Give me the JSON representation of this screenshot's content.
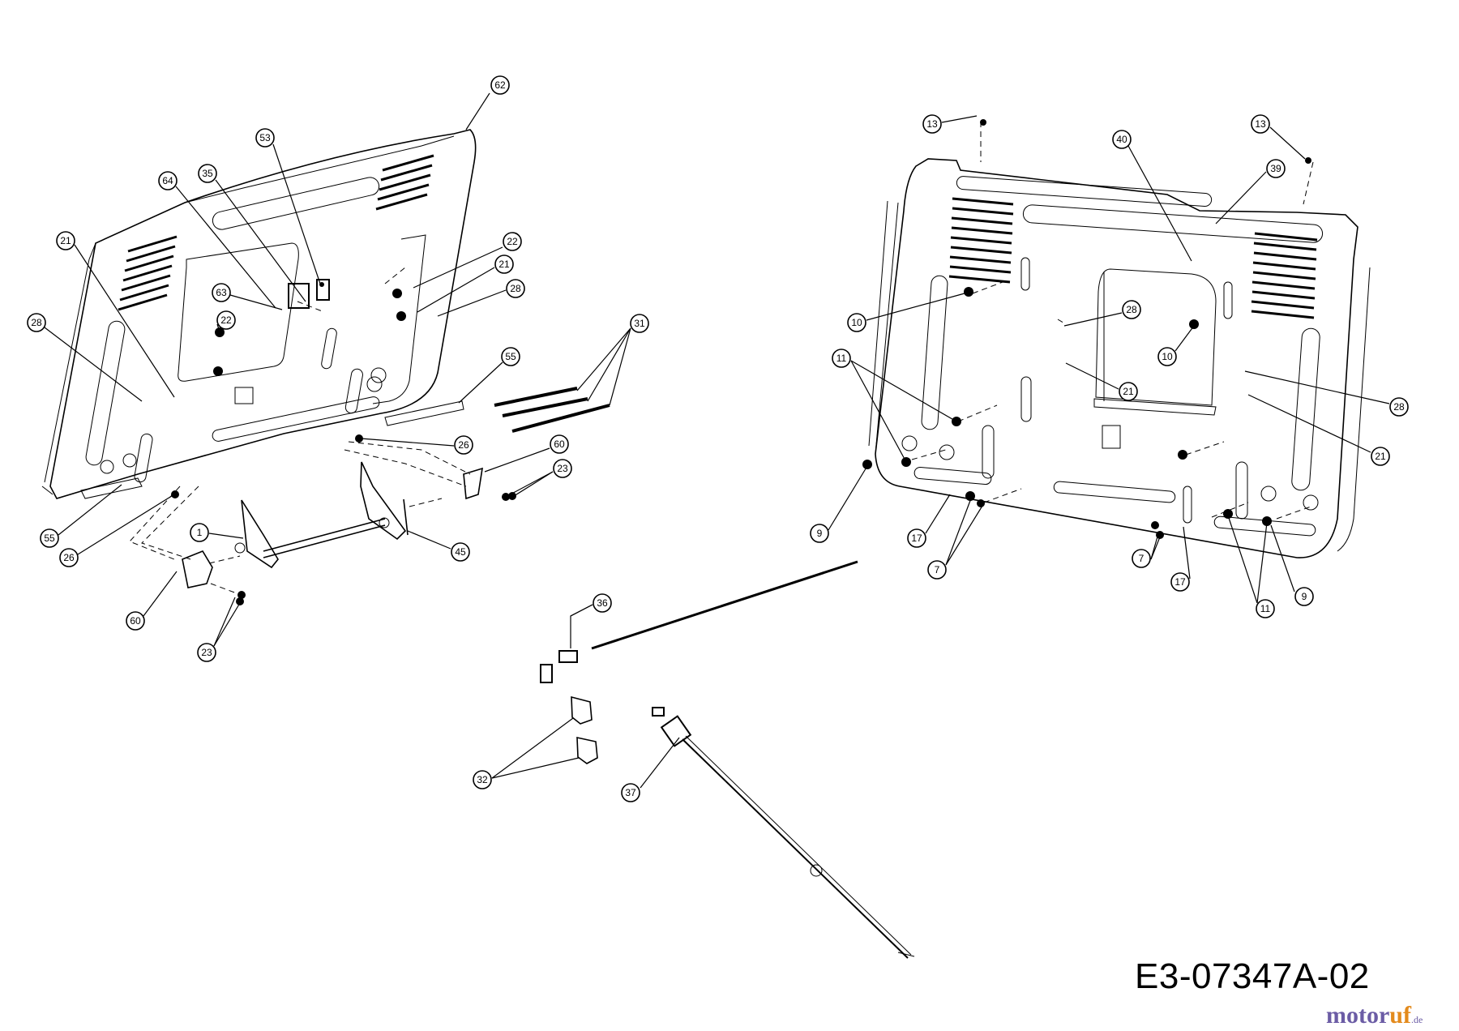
{
  "drawing_code": "E3-07347A-02",
  "watermark": {
    "part1": "motor",
    "part2": "uf",
    "part3": ".de"
  },
  "callouts_left": [
    "62",
    "53",
    "35",
    "64",
    "21",
    "22",
    "21",
    "28",
    "63",
    "22",
    "28",
    "31",
    "55",
    "26",
    "60",
    "23",
    "1",
    "45",
    "55",
    "26",
    "60",
    "23"
  ],
  "callouts_right": [
    "13",
    "40",
    "13",
    "39",
    "10",
    "28",
    "10",
    "11",
    "21",
    "28",
    "21",
    "9",
    "17",
    "7",
    "7",
    "17",
    "11",
    "9"
  ],
  "callouts_center": [
    "36",
    "32",
    "37"
  ]
}
